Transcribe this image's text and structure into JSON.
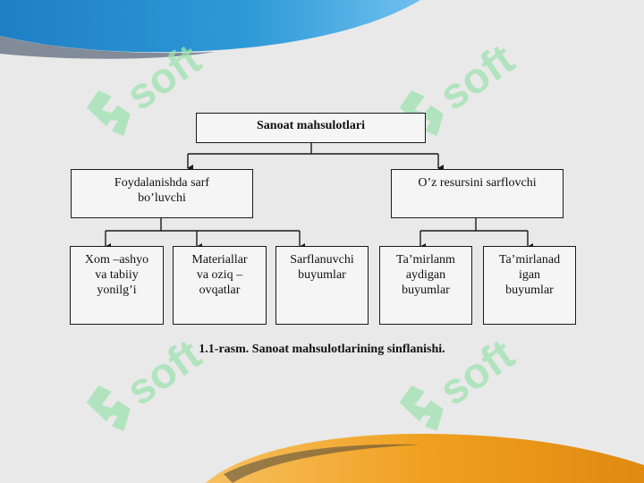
{
  "diagram": {
    "root": "Sanoat mahsulotlari",
    "branches": [
      {
        "label": "Foydalanishda sarf\nbo’luvchi",
        "children": [
          "Xom –ashyo\nva tabiiy\nyonilg’i",
          "Materiallar\nva oziq –\novqatlar",
          "Sarflanuvchi\nbuyumlar"
        ]
      },
      {
        "label": "O’z resursini sarflovchi",
        "children": [
          "Ta’mirlanm\naydigan\nbuyumlar",
          "Ta’mirlanad\nigan\nbuyumlar"
        ]
      }
    ],
    "caption": "1.1-rasm. Sanoat mahsulotlarining sinflanishi."
  },
  "watermark": {
    "text": "soft"
  },
  "colors": {
    "background": "#e9e9e9",
    "top_swoosh": "#2a8fd0",
    "bottom_swoosh": "#f0a020",
    "watermark": "#9fe3b0",
    "box_border": "#1a1a1a"
  }
}
